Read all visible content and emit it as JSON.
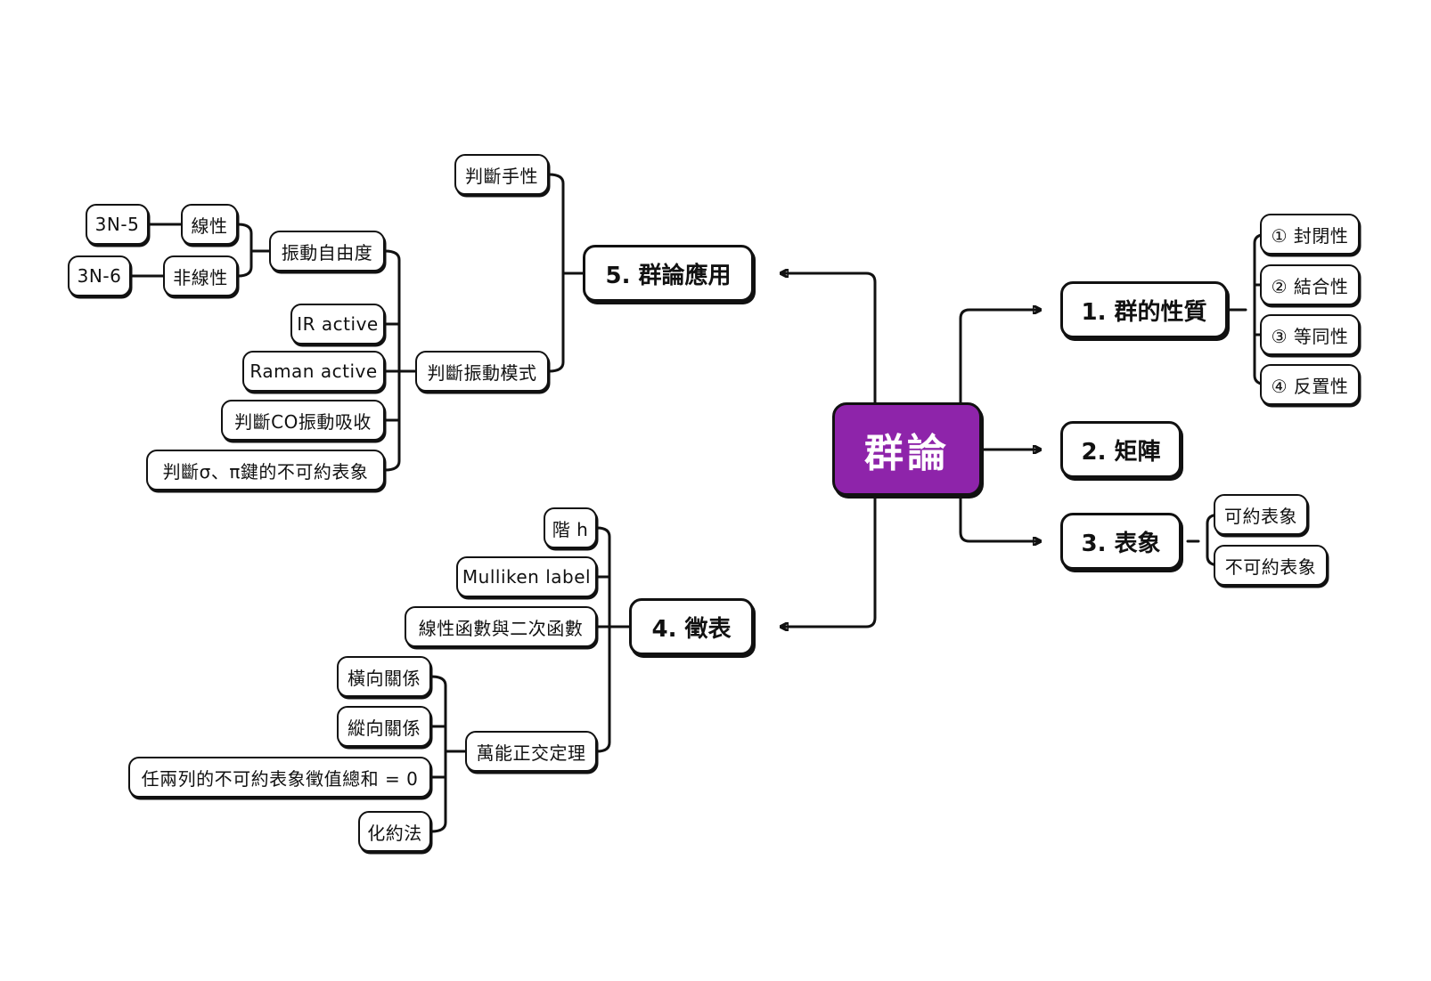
{
  "colors": {
    "root_fill": "#8e24aa",
    "line": "#111111",
    "node_fill": "#ffffff"
  },
  "root": {
    "label": "群論"
  },
  "branches": {
    "b1": {
      "label": "1. 群的性質",
      "children": [
        "① 封閉性",
        "② 結合性",
        "③ 等同性",
        "④ 反置性"
      ]
    },
    "b2": {
      "label": "2. 矩陣"
    },
    "b3": {
      "label": "3. 表象",
      "children": [
        "可約表象",
        "不可約表象"
      ]
    },
    "b4": {
      "label": "4. 徵表",
      "children": [
        "階 h",
        "Mulliken label",
        "線性函數與二次函數",
        "萬能正交定理"
      ],
      "great_orthogonality": [
        "橫向關係",
        "縱向關係",
        "任兩列的不可約表象徵值總和 = 0",
        "化約法"
      ]
    },
    "b5": {
      "label": "5. 群論應用",
      "children": [
        "判斷手性",
        "振動自由度",
        "判斷振動模式"
      ],
      "dof": [
        "線性",
        "非線性"
      ],
      "dof_values": [
        "3N-5",
        "3N-6"
      ],
      "modes": [
        "IR active",
        "Raman active",
        "判斷CO振動吸收",
        "判斷σ、π鍵的不可約表象"
      ]
    }
  }
}
